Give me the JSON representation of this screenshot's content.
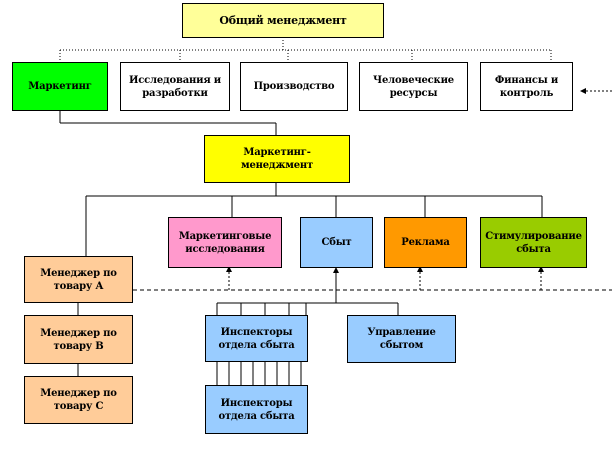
{
  "colors": {
    "yellow": "#ffff99",
    "green": "#00ff00",
    "white": "#ffffff",
    "bright_yellow": "#ffff00",
    "pink": "#ff99cc",
    "light_blue": "#99ccff",
    "orange": "#ff9900",
    "olive_green": "#99cc00",
    "peach": "#ffcc99"
  },
  "nodes": {
    "general_management": "Общий менеджмент",
    "marketing": "Маркетинг",
    "research": "Исследования и разработки",
    "production": "Производство",
    "human_resources": "Человеческие ресурсы",
    "finance": "Финансы и контроль",
    "marketing_management": "Маркетинг-менеджмент",
    "marketing_research": "Маркетинговые исследования",
    "sales": "Сбыт",
    "advertising": "Реклама",
    "sales_promotion": "Стимулирование сбыта",
    "manager_a": "Менеджер по товару А",
    "manager_b": "Менеджер по товару В",
    "manager_c": "Менеджер по товару С",
    "inspectors_1": "Инспекторы отдела сбыта",
    "inspectors_2": "Инспекторы отдела сбыта",
    "sales_management": "Управление сбытом"
  }
}
